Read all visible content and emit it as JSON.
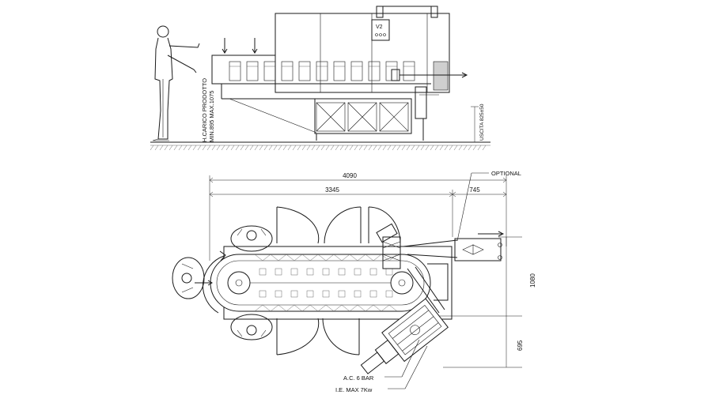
{
  "side_view": {
    "load_height_label_1": "H.CARICO PRODOTTO",
    "load_height_label_2": "MIN.895 MAX.1075",
    "exit_label": "USCITA 825±50",
    "panel_label": "V2"
  },
  "plan_view": {
    "dim_total": "4090",
    "dim_main": "3345",
    "dim_optional": "745",
    "optional_label": "OPTIONAL",
    "dim_height_1": "1080",
    "dim_height_2": "695",
    "air_label": "A.C. 6 BAR",
    "power_label": "I.E. MAX 7Kw"
  },
  "icons": [
    "operator-figure-icon",
    "rotation-arrow-icon",
    "flow-arrow-icon"
  ]
}
